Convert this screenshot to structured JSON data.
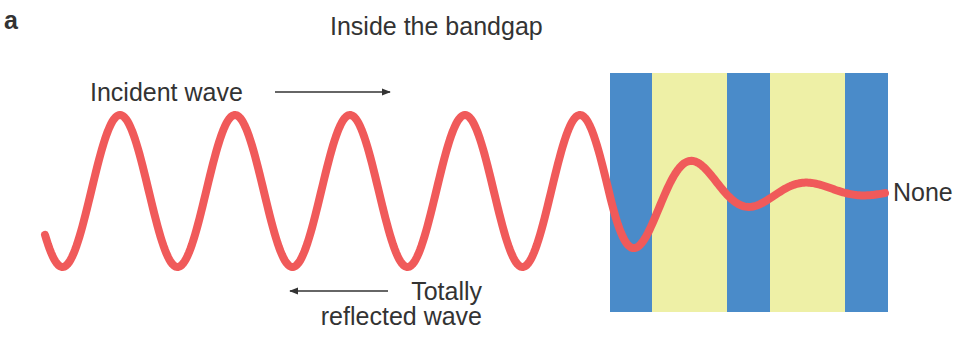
{
  "diagram": {
    "title": "Inside the bandgap",
    "labels": [
      "a",
      "Incident wave",
      "Totally reflected wave",
      "None"
    ]
  }
}
